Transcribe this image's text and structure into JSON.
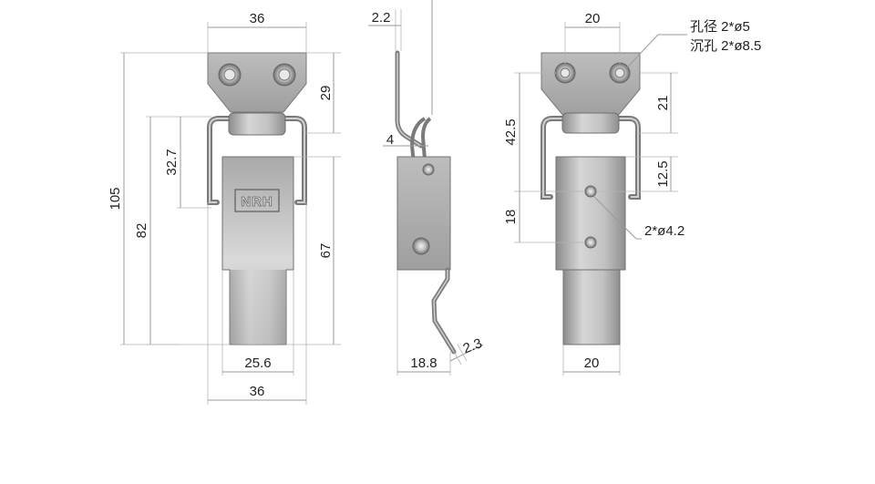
{
  "brand": {
    "logo_text": "NRH"
  },
  "colors": {
    "metal_light": "#d2d2d2",
    "metal_mid": "#a8a8a8",
    "metal_dark": "#7e7e7e",
    "line": "#555555",
    "text": "#222222"
  },
  "front_view": {
    "top_width": "36",
    "plate_height": "29",
    "hook_height": "32.7",
    "total_height": "105",
    "body_height": "82",
    "lever_height": "67",
    "lever_width": "25.6",
    "base_width": "36"
  },
  "side_view": {
    "plate_thickness": "2.2",
    "wire_dia": "4",
    "depth": "18.8",
    "strip_thickness": "2.3"
  },
  "rear_view": {
    "top_width": "20",
    "hole_note_1": "孔径 2*ø5",
    "hole_note_2": "沉孔 2*ø8.5",
    "plate_height": "21",
    "hinge_height": "42.5",
    "hole_offset": "12.5",
    "hole_spacing": "18",
    "small_holes": "2*ø4.2",
    "bottom_width": "20"
  }
}
